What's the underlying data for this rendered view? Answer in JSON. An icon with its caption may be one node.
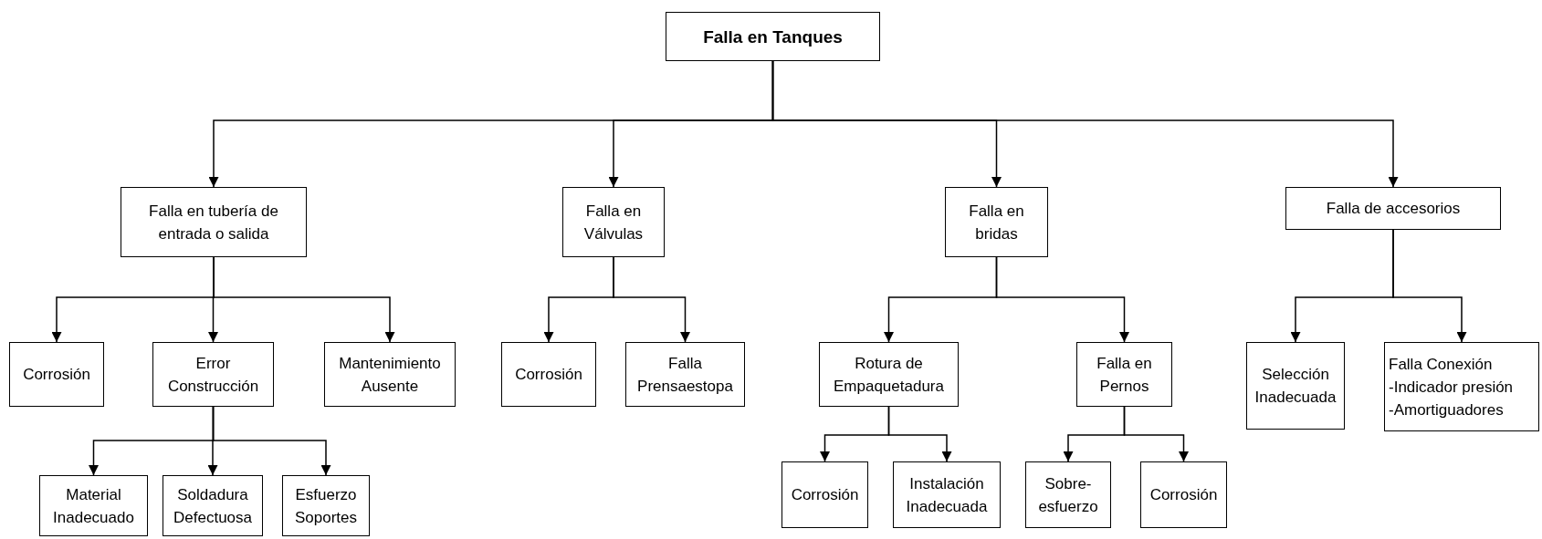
{
  "diagram": {
    "nodes": [
      {
        "text": [
          "Falla en Tanques"
        ]
      },
      {
        "text": [
          "Falla en tubería de entrada o salida"
        ]
      },
      {
        "text": [
          "Falla en Válvulas"
        ]
      },
      {
        "text": [
          "Falla en bridas"
        ]
      },
      {
        "text": [
          "Falla de accesorios"
        ]
      },
      {
        "text": [
          "Corrosión"
        ]
      },
      {
        "text": [
          "Error Construcción"
        ]
      },
      {
        "text": [
          "Mantenimiento Ausente"
        ]
      },
      {
        "text": [
          "Material Inadecuado"
        ]
      },
      {
        "text": [
          "Soldadura Defectuosa"
        ]
      },
      {
        "text": [
          "Esfuerzo Soportes"
        ]
      },
      {
        "text": [
          "Corrosión"
        ]
      },
      {
        "text": [
          "Falla Prensaestopa"
        ]
      },
      {
        "text": [
          "Rotura de Empaquetadura"
        ]
      },
      {
        "text": [
          "Falla en Pernos"
        ]
      },
      {
        "text": [
          "Corrosión"
        ]
      },
      {
        "text": [
          "Instalación Inadecuada"
        ]
      },
      {
        "text": [
          "Sobre- esfuerzo"
        ]
      },
      {
        "text": [
          "Corrosión"
        ]
      },
      {
        "text": [
          "Selección Inadecuada"
        ]
      },
      {
        "text": [
          "Falla Conexión",
          "-Indicador presión",
          "-Amortiguadores"
        ]
      }
    ],
    "edges": [
      {
        "from": 0,
        "to": 1,
        "arrow": "to"
      },
      {
        "from": 0,
        "to": 2,
        "arrow": "to"
      },
      {
        "from": 0,
        "to": 3,
        "arrow": "to"
      },
      {
        "from": 0,
        "to": 4,
        "arrow": "to"
      },
      {
        "from": 1,
        "to": 5,
        "arrow": "to"
      },
      {
        "from": 1,
        "to": 6,
        "arrow": "to"
      },
      {
        "from": 1,
        "to": 7,
        "arrow": "to"
      },
      {
        "from": 6,
        "to": 8,
        "arrow": "to"
      },
      {
        "from": 6,
        "to": 9,
        "arrow": "to"
      },
      {
        "from": 6,
        "to": 10,
        "arrow": "to"
      },
      {
        "from": 2,
        "to": 11,
        "arrow": "to"
      },
      {
        "from": 2,
        "to": 12,
        "arrow": "to"
      },
      {
        "from": 3,
        "to": 13,
        "arrow": "to"
      },
      {
        "from": 3,
        "to": 14,
        "arrow": "to"
      },
      {
        "from": 13,
        "to": 15,
        "arrow": "to"
      },
      {
        "from": 13,
        "to": 16,
        "arrow": "to"
      },
      {
        "from": 14,
        "to": 17,
        "arrow": "to"
      },
      {
        "from": 14,
        "to": 18,
        "arrow": "to"
      },
      {
        "from": 4,
        "to": 19,
        "arrow": "to"
      },
      {
        "from": 4,
        "to": 20,
        "arrow": "to"
      }
    ]
  }
}
